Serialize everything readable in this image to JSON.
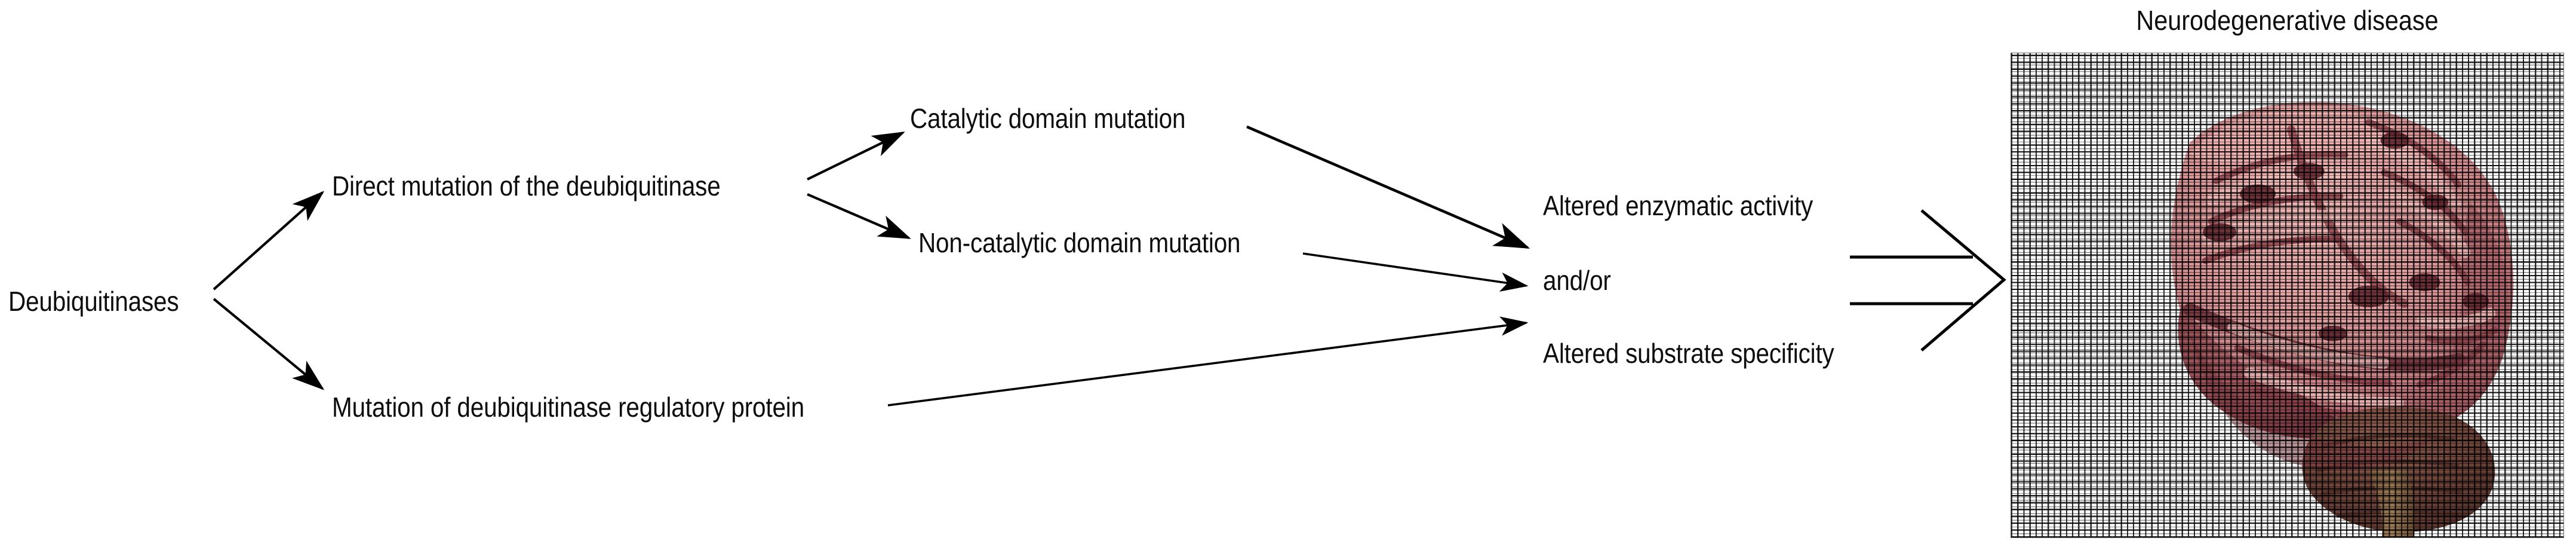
{
  "diagram": {
    "type": "flowchart",
    "orientation": "left-to-right",
    "background_color": "#ffffff",
    "text_color": "#0d0d0d",
    "line_color": "#000000",
    "nodes": [
      {
        "id": "deubiquitinases",
        "label": "Deubiquitinases",
        "level": 1
      },
      {
        "id": "direct-mutation",
        "label": "Direct mutation of the deubiquitinase",
        "level": 2
      },
      {
        "id": "regulatory-protein",
        "label": "Mutation of deubiquitinase regulatory protein",
        "level": 2
      },
      {
        "id": "catalytic",
        "label": "Catalytic domain mutation",
        "level": 3
      },
      {
        "id": "noncatalytic",
        "label": "Non-catalytic domain mutation",
        "level": 3
      },
      {
        "id": "enzymatic",
        "label": "Altered enzymatic activity",
        "level": 4
      },
      {
        "id": "andor",
        "label": "and/or",
        "level": 4
      },
      {
        "id": "substrate",
        "label": "Altered substrate specificity",
        "level": 4
      }
    ],
    "edges": [
      {
        "from": "deubiquitinases",
        "to": "direct-mutation",
        "style": "thin-arrow"
      },
      {
        "from": "deubiquitinases",
        "to": "regulatory-protein",
        "style": "thin-arrow"
      },
      {
        "from": "direct-mutation",
        "to": "catalytic",
        "style": "thin-arrow"
      },
      {
        "from": "direct-mutation",
        "to": "noncatalytic",
        "style": "thin-arrow"
      },
      {
        "from": "catalytic",
        "to": "andor",
        "style": "thin-arrow"
      },
      {
        "from": "noncatalytic",
        "to": "andor",
        "style": "thin-arrow"
      },
      {
        "from": "regulatory-protein",
        "to": "substrate",
        "style": "thin-arrow"
      },
      {
        "from": "outcomes",
        "to": "brain-panel",
        "style": "outline-block-arrow"
      }
    ]
  },
  "panel": {
    "title": "Neurodegenerative disease",
    "image_subject": "human brain, lateral view",
    "render_style": "halftone mesh / woven dot texture",
    "colors": {
      "cortex_light": "#eaa8a8",
      "cortex_mid": "#d98b8e",
      "sulci_dark": "#8e3f47",
      "deep_shadow": "#5a2730",
      "cerebellum": "#7a4a44",
      "brainstem": "#8a6048",
      "panel_background": "#ffffff",
      "mesh": "#141414",
      "border": "#6e6e6e"
    }
  }
}
